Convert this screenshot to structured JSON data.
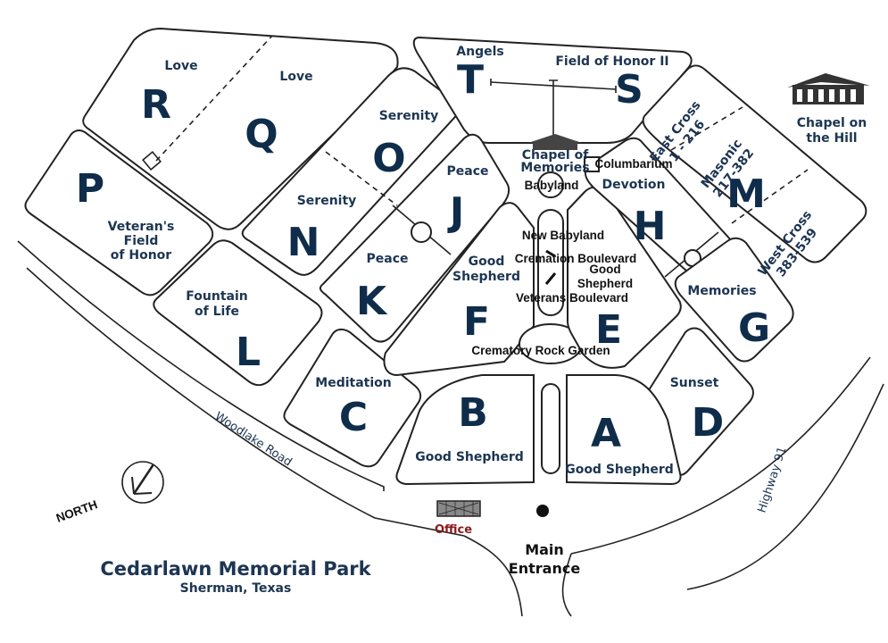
{
  "map": {
    "title": "Cedarlawn Memorial Park",
    "subtitle": "Sherman, Texas",
    "north": "NORTH",
    "roads": {
      "woodlake": "Woodlake Road",
      "highway": "Highway 91"
    },
    "main_entrance": [
      "Main",
      "Entrance"
    ],
    "office": "Office",
    "chapel_on_hill": [
      "Chapel on",
      "the Hill"
    ],
    "chapel_of_memories": [
      "Chapel of",
      "Memories"
    ],
    "columbarium": "Columbarium",
    "boulevards": {
      "new_babyland": "New Babyland",
      "cremation": "Cremation Boulevard",
      "veterans": "Veterans Boulevard",
      "rock_garden": "Crematory Rock Garden"
    },
    "sections": [
      {
        "letter": "R",
        "names": [
          "Love"
        ]
      },
      {
        "letter": "Q",
        "names": [
          "Love"
        ]
      },
      {
        "letter": "P",
        "names": [
          "Veteran's",
          "Field",
          "of Honor"
        ]
      },
      {
        "letter": "O",
        "names": [
          "Serenity"
        ]
      },
      {
        "letter": "N",
        "names": [
          "Serenity"
        ]
      },
      {
        "letter": "T",
        "names": [
          "Angels"
        ]
      },
      {
        "letter": "S",
        "names": [
          "Field of Honor II"
        ]
      },
      {
        "letter": "J",
        "names": [
          "Peace"
        ]
      },
      {
        "letter": "K",
        "names": [
          "Peace"
        ]
      },
      {
        "letter": "L",
        "names": [
          "Fountain",
          "of Life"
        ]
      },
      {
        "letter": "C",
        "names": [
          "Meditation"
        ]
      },
      {
        "letter": "F",
        "names": [
          "Good",
          "Shepherd"
        ]
      },
      {
        "letter": "E",
        "names": [
          "Good",
          "Shepherd"
        ]
      },
      {
        "letter": "B",
        "names": [
          "Good Shepherd"
        ]
      },
      {
        "letter": "A",
        "names": [
          "Good Shepherd"
        ]
      },
      {
        "letter": "H",
        "names": [
          "Devotion"
        ]
      },
      {
        "letter": "G",
        "names": [
          "Memories"
        ]
      },
      {
        "letter": "D",
        "names": [
          "Sunset"
        ]
      },
      {
        "letter": "M",
        "names": [
          "East Cross",
          "1 - 216",
          "Masonic",
          "217-382",
          "West Cross",
          "383-539"
        ]
      }
    ],
    "babyland": "Babyland"
  }
}
